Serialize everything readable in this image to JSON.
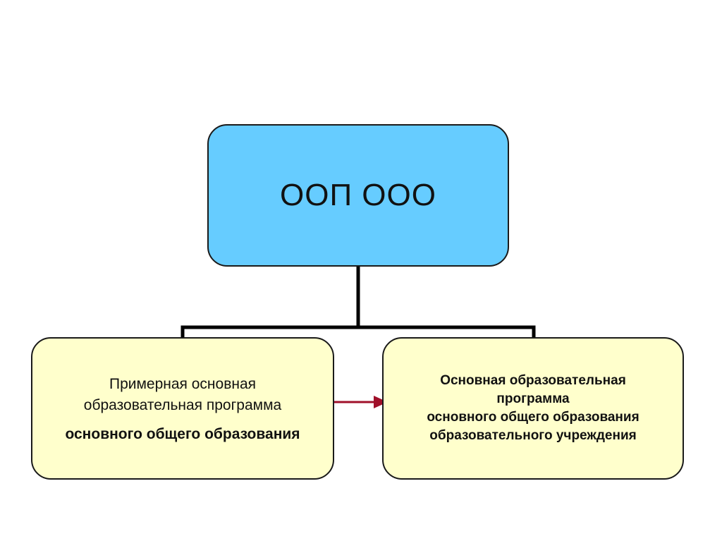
{
  "diagram": {
    "top_node": {
      "label": "ООП ООО"
    },
    "left_node": {
      "line1": "Примерная основная",
      "line2": "образовательная программа",
      "line3": "основного общего образования"
    },
    "right_node": {
      "line1": "Основная образовательная",
      "line2": "программа",
      "line3": "основного общего образования",
      "line4": "образовательного учреждения"
    },
    "colors": {
      "top_fill": "#66ccff",
      "bottom_fill": "#ffffcc",
      "arrow": "#a0102a",
      "connector": "#000000"
    }
  }
}
